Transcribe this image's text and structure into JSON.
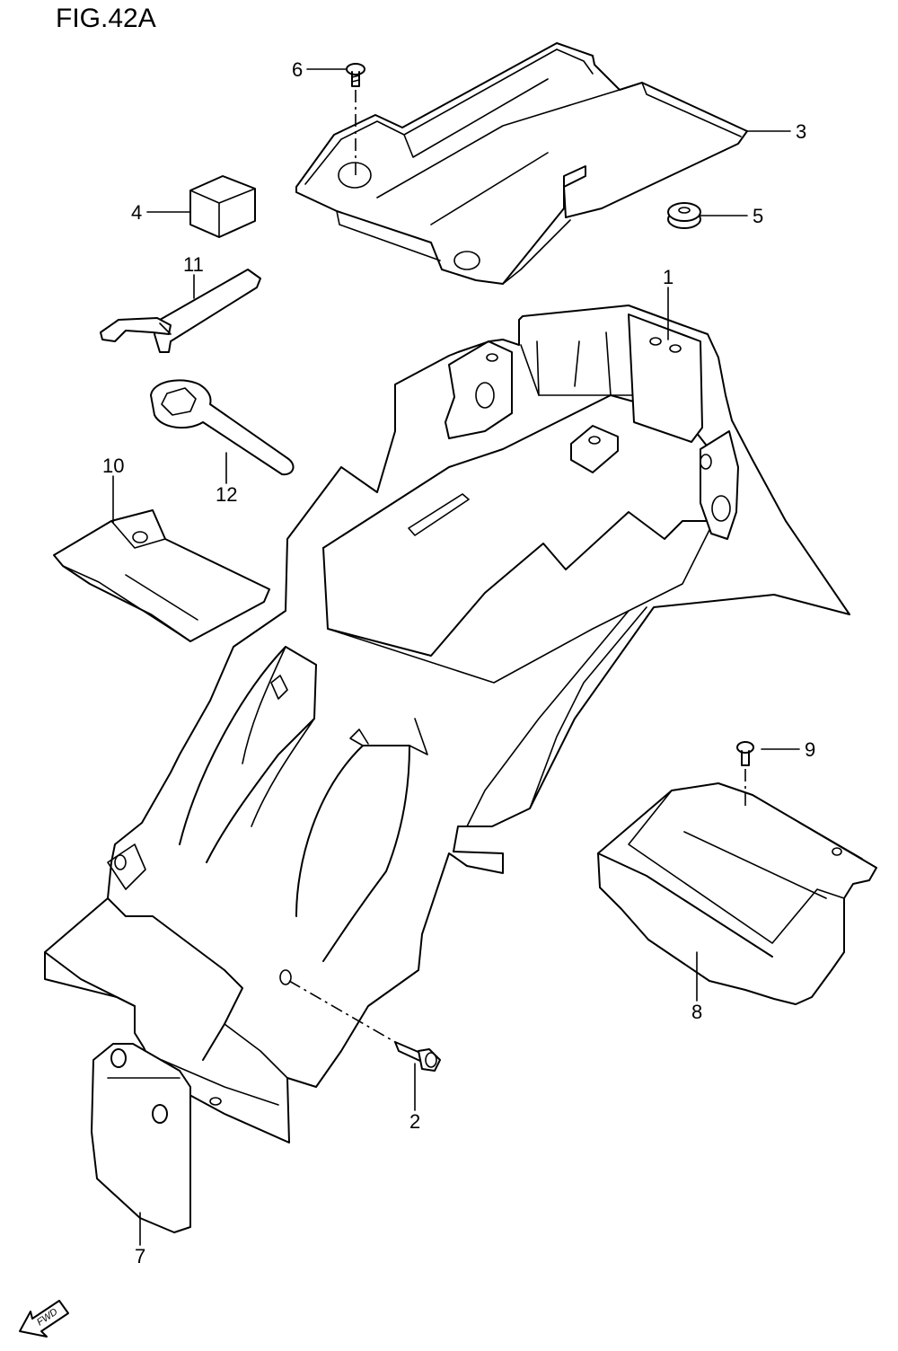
{
  "figure": {
    "title": "FIG.42A"
  },
  "callouts": [
    {
      "id": "1",
      "label": "1"
    },
    {
      "id": "2",
      "label": "2"
    },
    {
      "id": "3",
      "label": "3"
    },
    {
      "id": "4",
      "label": "4"
    },
    {
      "id": "5",
      "label": "5"
    },
    {
      "id": "6",
      "label": "6"
    },
    {
      "id": "7",
      "label": "7"
    },
    {
      "id": "8",
      "label": "8"
    },
    {
      "id": "9",
      "label": "9"
    },
    {
      "id": "10",
      "label": "10"
    },
    {
      "id": "11",
      "label": "11"
    },
    {
      "id": "12",
      "label": "12"
    }
  ],
  "fwd_marker": {
    "label": "FWD",
    "icon": "fwd-arrow-icon"
  }
}
